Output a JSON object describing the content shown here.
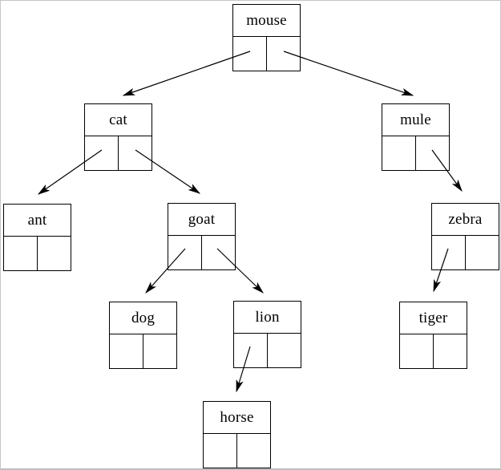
{
  "diagram": {
    "type": "binary-search-tree",
    "background_color": "#ffffff",
    "line_color": "#000000",
    "box_fill_color": "#ffffff",
    "page_border_color": "#c6c6c6",
    "node_style": "label cell on top, left and right pointer cells below",
    "nodes": [
      {
        "id": "mouse",
        "label": "mouse",
        "left_child": "cat",
        "right_child": "mule"
      },
      {
        "id": "cat",
        "label": "cat",
        "left_child": "ant",
        "right_child": "goat"
      },
      {
        "id": "mule",
        "label": "mule",
        "left_child": null,
        "right_child": "zebra"
      },
      {
        "id": "ant",
        "label": "ant",
        "left_child": null,
        "right_child": null
      },
      {
        "id": "goat",
        "label": "goat",
        "left_child": "dog",
        "right_child": "lion"
      },
      {
        "id": "zebra",
        "label": "zebra",
        "left_child": "tiger",
        "right_child": null
      },
      {
        "id": "dog",
        "label": "dog",
        "left_child": null,
        "right_child": null
      },
      {
        "id": "lion",
        "label": "lion",
        "left_child": "horse",
        "right_child": null
      },
      {
        "id": "tiger",
        "label": "tiger",
        "left_child": null,
        "right_child": null
      },
      {
        "id": "horse",
        "label": "horse",
        "left_child": null,
        "right_child": null
      }
    ],
    "edges": [
      {
        "from": "mouse",
        "slot": "left",
        "to": "cat"
      },
      {
        "from": "mouse",
        "slot": "right",
        "to": "mule"
      },
      {
        "from": "cat",
        "slot": "left",
        "to": "ant"
      },
      {
        "from": "cat",
        "slot": "right",
        "to": "goat"
      },
      {
        "from": "mule",
        "slot": "right",
        "to": "zebra"
      },
      {
        "from": "goat",
        "slot": "left",
        "to": "dog"
      },
      {
        "from": "goat",
        "slot": "right",
        "to": "lion"
      },
      {
        "from": "zebra",
        "slot": "left",
        "to": "tiger"
      },
      {
        "from": "lion",
        "slot": "left",
        "to": "horse"
      }
    ]
  }
}
